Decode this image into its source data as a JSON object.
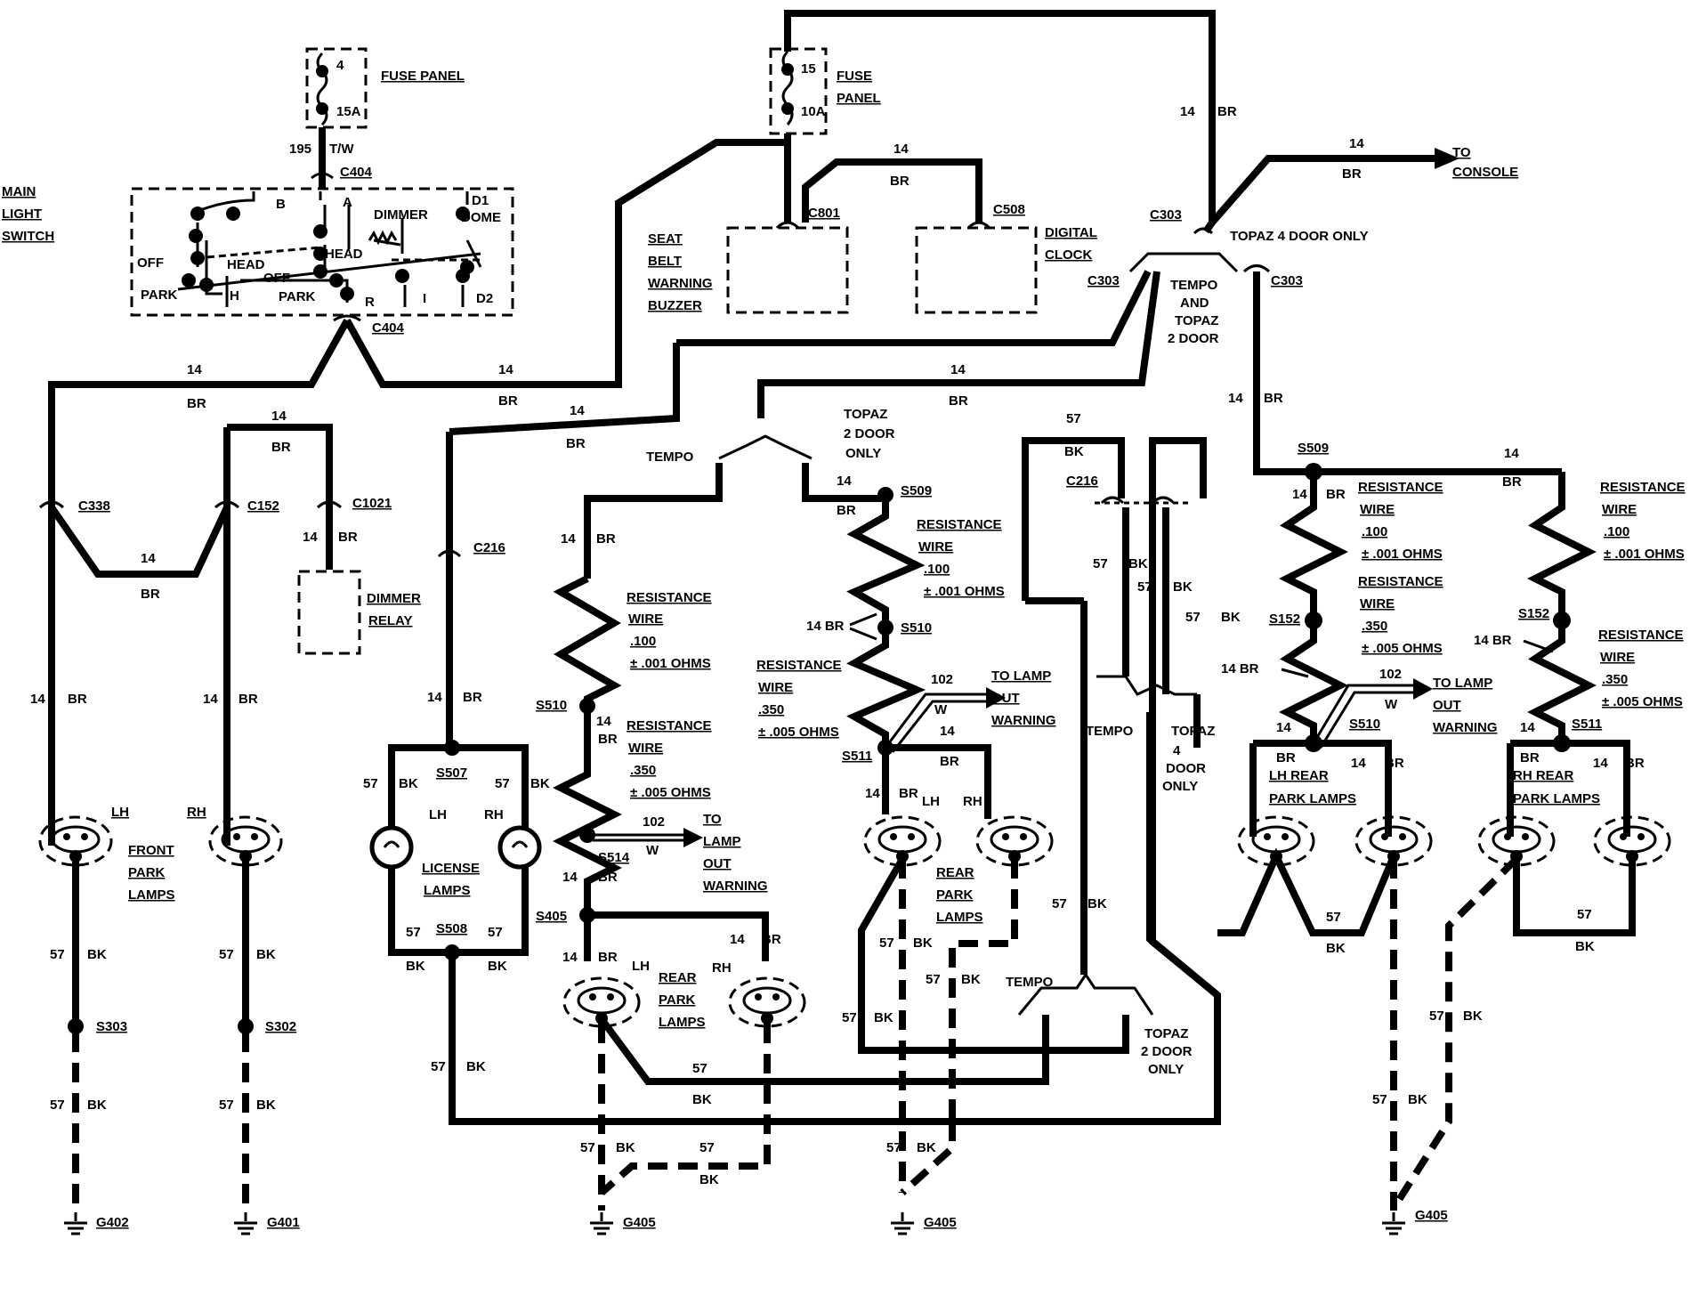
{
  "labels": {
    "main_light_switch": [
      "MAIN",
      "LIGHT",
      "SWITCH"
    ],
    "fuse_panel_1": "FUSE PANEL",
    "fuse_4": "4",
    "fuse_15a": "15A",
    "wire_195": "195",
    "tw": "T/W",
    "c404_top": "C404",
    "c404_bot": "C404",
    "sw_b": "B",
    "sw_a": "A",
    "sw_dimmer": "DIMMER",
    "sw_d1": "D1",
    "sw_dome": "DOME",
    "sw_off1": "OFF",
    "sw_head1": "HEAD",
    "sw_park1": "PARK",
    "sw_h": "H",
    "sw_head2": "HEAD",
    "sw_off2": "OFF",
    "sw_park2": "PARK",
    "sw_r": "R",
    "sw_i": "I",
    "sw_d2": "D2",
    "fuse_panel_2": [
      "FUSE",
      "PANEL"
    ],
    "fuse_15": "15",
    "fuse_10a": "10A",
    "c801": "C801",
    "c508": "C508",
    "seat_belt": [
      "SEAT",
      "BELT",
      "WARNING",
      "BUZZER"
    ],
    "digital_clock": [
      "DIGITAL",
      "CLOCK"
    ],
    "to_console": [
      "TO",
      "CONSOLE"
    ],
    "c303_top": "C303",
    "topaz4_only": "TOPAZ 4 DOOR ONLY",
    "c303_left": "C303",
    "c303_right": "C303",
    "tempo_topaz_2door": [
      "TEMPO",
      "AND",
      "TOPAZ",
      "2 DOOR"
    ],
    "c338": "C338",
    "c152": "C152",
    "c1021": "C1021",
    "dimmer_relay": [
      "DIMMER",
      "RELAY"
    ],
    "c216_left": "C216",
    "c216_right": "C216",
    "topaz_2door_only_a": [
      "TOPAZ",
      "2 DOOR",
      "ONLY"
    ],
    "tempo_a": "TEMPO",
    "s509_a": "S509",
    "s509_b": "S509",
    "s510_a": "S510",
    "s510_b": "S510",
    "s510_c": "S510",
    "s511_a": "S511",
    "s511_b": "S511",
    "s514": "S514",
    "s405": "S405",
    "s507": "S507",
    "s508": "S508",
    "s152_a": "S152",
    "s152_b": "S152",
    "s303": "S303",
    "s302": "S302",
    "res_100": [
      "RESISTANCE",
      "WIRE",
      ".100",
      "± .001 OHMS"
    ],
    "res_350": [
      "RESISTANCE",
      "WIRE",
      ".350",
      "± .005 OHMS"
    ],
    "to_lamp_out": [
      "TO",
      "LAMP",
      "OUT",
      "WARNING"
    ],
    "to_lamp_out_2": [
      "TO LAMP",
      "OUT",
      "WARNING"
    ],
    "front_park": [
      "FRONT",
      "PARK",
      "LAMPS"
    ],
    "license_lamps": [
      "LICENSE",
      "LAMPS"
    ],
    "rear_park": [
      "REAR",
      "PARK",
      "LAMPS"
    ],
    "lh": "LH",
    "rh": "RH",
    "lh_rear_park": [
      "LH  REAR",
      "PARK  LAMPS"
    ],
    "rh_rear_park": [
      "RH  REAR",
      "PARK  LAMPS"
    ],
    "tempo_b": "TEMPO",
    "topaz_4door_only": [
      "TOPAZ",
      "4",
      "DOOR",
      "ONLY"
    ],
    "tempo_c": "TEMPO",
    "topaz_2door_only_b": [
      "TOPAZ",
      "2 DOOR",
      "ONLY"
    ],
    "g402": "G402",
    "g401": "G401",
    "g405_a": "G405",
    "g405_b": "G405",
    "g405_c": "G405",
    "n14": "14",
    "n57": "57",
    "n102": "102",
    "br": "BR",
    "bk": "BK",
    "w": "W",
    "n14br": "14 BR"
  }
}
